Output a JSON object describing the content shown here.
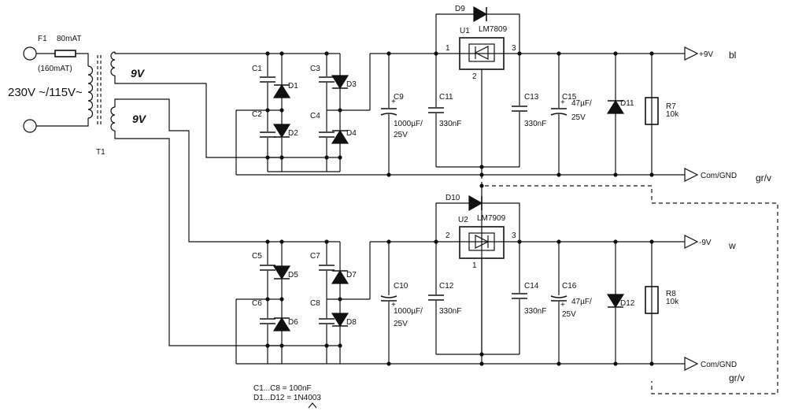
{
  "fuse": {
    "ref": "F1",
    "rating": "80mAT",
    "alt_rating": "(160mAT)"
  },
  "mains_voltage": "230V ~/115V~",
  "transformer": {
    "ref": "T1",
    "sec1": "9V",
    "sec2": "9V"
  },
  "upper": {
    "caps_bridge": [
      "C1",
      "C2",
      "C3",
      "C4"
    ],
    "diodes_bridge": [
      "D1",
      "D2",
      "D3",
      "D4"
    ],
    "c_in": {
      "ref": "C9",
      "value": "1000µF/",
      "voltage": "25V"
    },
    "c_reg_in": {
      "ref": "C11",
      "value": "330nF"
    },
    "regulator": {
      "ref": "U1",
      "part": "LM7809",
      "pin_in": "1",
      "pin_gnd": "2",
      "pin_out": "3"
    },
    "bypass_diode": "D9",
    "c_reg_out": {
      "ref": "C13",
      "value": "330nF"
    },
    "c_out": {
      "ref": "C15",
      "value": "47µF/",
      "voltage": "25V"
    },
    "prot_diode": "D11",
    "load": {
      "ref": "R7",
      "value": "10k"
    },
    "out_label": "+9V",
    "out_color": "bl",
    "gnd_label": "Com/GND",
    "gnd_color": "gr/v"
  },
  "lower": {
    "caps_bridge": [
      "C5",
      "C6",
      "C7",
      "C8"
    ],
    "diodes_bridge": [
      "D5",
      "D6",
      "D7",
      "D8"
    ],
    "c_in": {
      "ref": "C10",
      "value": "1000µF/",
      "voltage": "25V"
    },
    "c_reg_in": {
      "ref": "C12",
      "value": "330nF"
    },
    "regulator": {
      "ref": "U2",
      "part": "LM7909",
      "pin_in": "2",
      "pin_gnd": "1",
      "pin_out": "3"
    },
    "bypass_diode": "D10",
    "c_reg_out": {
      "ref": "C14",
      "value": "330nF"
    },
    "c_out": {
      "ref": "C16",
      "value": "47µF/",
      "voltage": "25V"
    },
    "prot_diode": "D12",
    "load": {
      "ref": "R8",
      "value": "10k"
    },
    "out_label": "-9V",
    "out_color": "w",
    "gnd_label": "Com/GND",
    "gnd_color": "gr/v"
  },
  "notes": {
    "caps": "C1...C8   = 100nF",
    "diodes": "D1...D12 = 1N4003"
  }
}
